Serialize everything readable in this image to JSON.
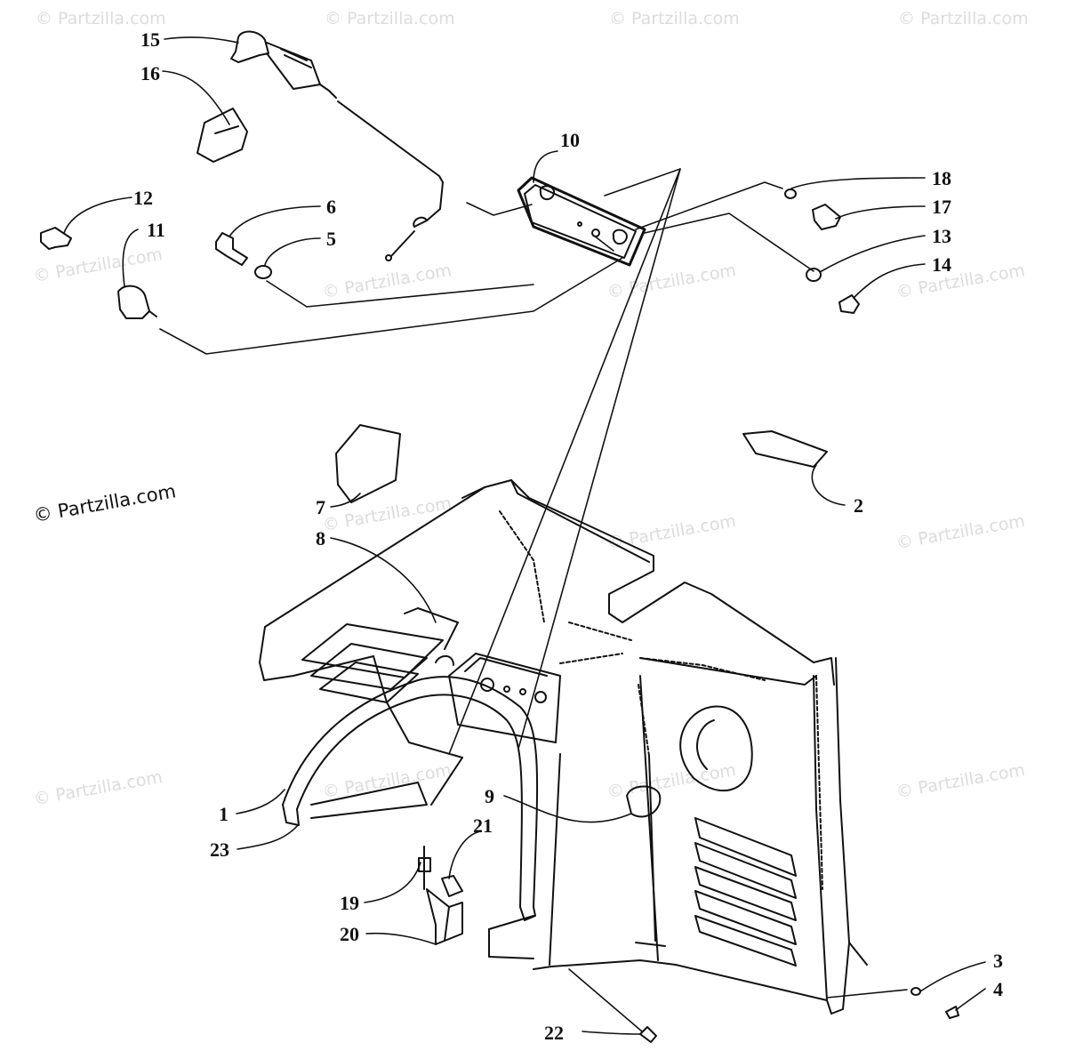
{
  "watermark": "© Partzilla.com",
  "callouts": [
    {
      "id": "1",
      "text": "1"
    },
    {
      "id": "2",
      "text": "2"
    },
    {
      "id": "3",
      "text": "3"
    },
    {
      "id": "4",
      "text": "4"
    },
    {
      "id": "5",
      "text": "5"
    },
    {
      "id": "6",
      "text": "6"
    },
    {
      "id": "7",
      "text": "7"
    },
    {
      "id": "8",
      "text": "8"
    },
    {
      "id": "9",
      "text": "9"
    },
    {
      "id": "10",
      "text": "10"
    },
    {
      "id": "11",
      "text": "11"
    },
    {
      "id": "12",
      "text": "12"
    },
    {
      "id": "13",
      "text": "13"
    },
    {
      "id": "14",
      "text": "14"
    },
    {
      "id": "15",
      "text": "15"
    },
    {
      "id": "16",
      "text": "16"
    },
    {
      "id": "17",
      "text": "17"
    },
    {
      "id": "18",
      "text": "18"
    },
    {
      "id": "19",
      "text": "19"
    },
    {
      "id": "20",
      "text": "20"
    },
    {
      "id": "21",
      "text": "21"
    },
    {
      "id": "22",
      "text": "22"
    },
    {
      "id": "23",
      "text": "23"
    }
  ]
}
